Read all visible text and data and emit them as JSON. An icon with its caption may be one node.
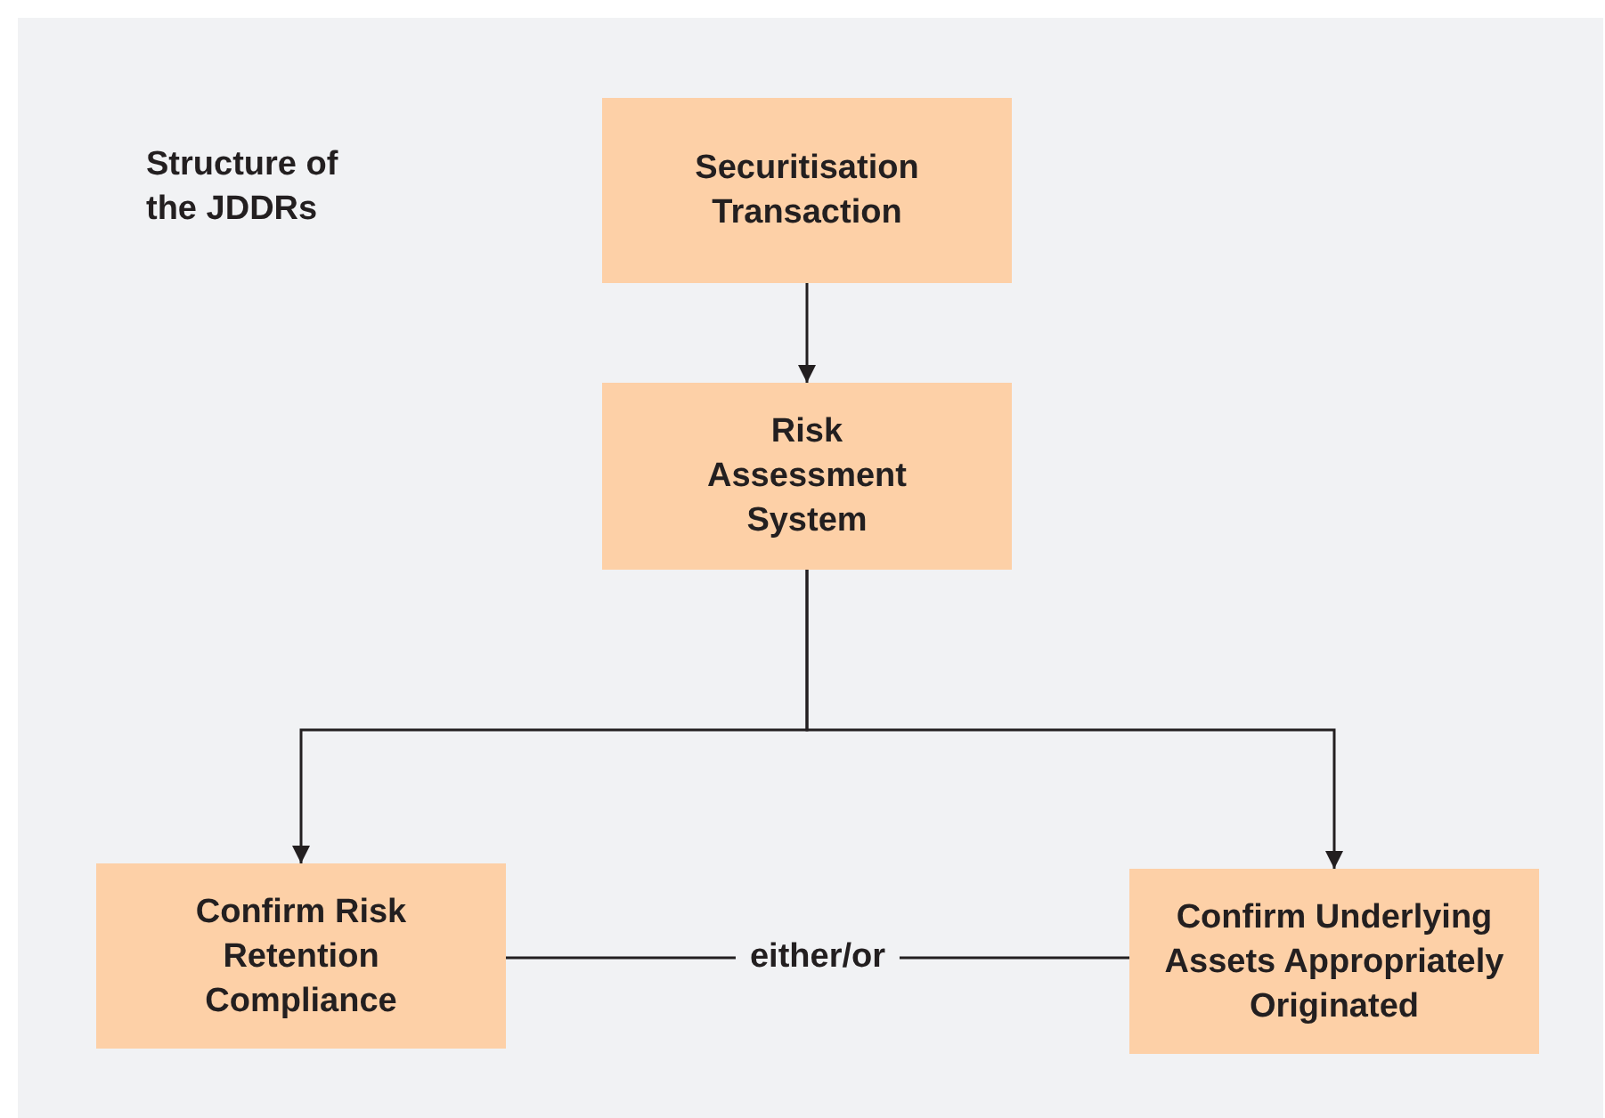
{
  "diagram": {
    "title": "Structure of the JDDRs",
    "nodes": [
      {
        "text": [
          "Securitisation Transaction"
        ]
      },
      {
        "text": [
          "Risk Assessment System"
        ]
      },
      {
        "text": [
          "Confirm Risk Retention Compliance"
        ]
      },
      {
        "text": [
          "Confirm Underlying Assets Appropriately Originated"
        ]
      }
    ],
    "edges": [
      {
        "from": 0,
        "to": 1,
        "arrow": "to"
      },
      {
        "from": 1,
        "to": 2,
        "arrow": "to"
      },
      {
        "from": 1,
        "to": 3,
        "arrow": "to"
      },
      {
        "from": 2,
        "to": 3,
        "arrow": "none",
        "label": "either/or"
      }
    ]
  }
}
